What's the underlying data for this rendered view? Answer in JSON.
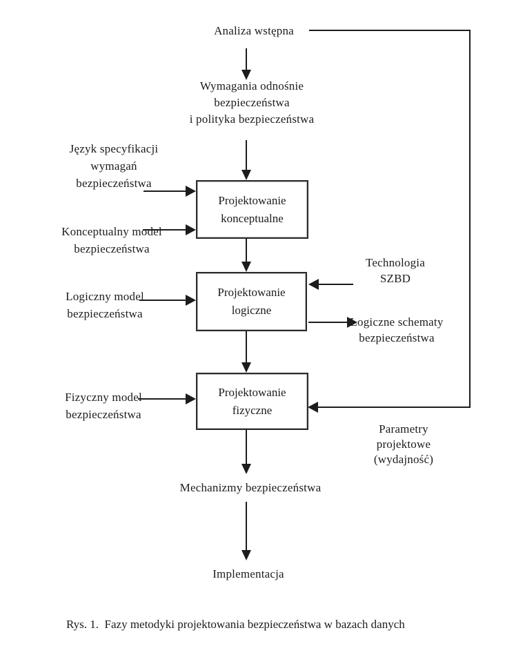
{
  "diagram": {
    "title_node": {
      "label": "Analiza wstępna"
    },
    "nodes": {
      "wymagania": {
        "lines": [
          "Wymagania odnośnie",
          "bezpieczeństwa",
          "i polityka bezpieczeństwa"
        ]
      },
      "jezyk": {
        "lines": [
          "Język specyfikacji",
          "wymagań",
          "bezpieczeństwa"
        ]
      },
      "konceptualny_model": {
        "lines": [
          "Konceptualny model",
          "bezpieczeństwa"
        ]
      },
      "proj_konceptualne": {
        "lines": [
          "Projektowanie",
          "konceptualne"
        ]
      },
      "logiczny_model": {
        "lines": [
          "Logiczny model",
          "bezpieczeństwa"
        ]
      },
      "proj_logiczne": {
        "lines": [
          "Projektowanie",
          "logiczne"
        ]
      },
      "technologia": {
        "lines": [
          "Technologia",
          "SZBD"
        ]
      },
      "logiczne_schematy": {
        "lines": [
          "Logiczne schematy",
          "bezpieczeństwa"
        ]
      },
      "fizyczny_model": {
        "lines": [
          "Fizyczny model",
          "bezpieczeństwa"
        ]
      },
      "proj_fizyczne": {
        "lines": [
          "Projektowanie",
          "fizyczne"
        ]
      },
      "parametry": {
        "lines": [
          "Parametry",
          "projektowe",
          "(wydajność)"
        ]
      },
      "mechanizmy": {
        "label": "Mechanizmy bezpieczeństwa"
      },
      "implementacja": {
        "label": "Implementacja"
      }
    },
    "caption": "Rys. 1.  Fazy metodyki projektowania bezpieczeństwa w bazach danych",
    "colors": {
      "ink": "#1c1c1c",
      "box_border": "#2b2b2b",
      "background": "#ffffff"
    }
  }
}
